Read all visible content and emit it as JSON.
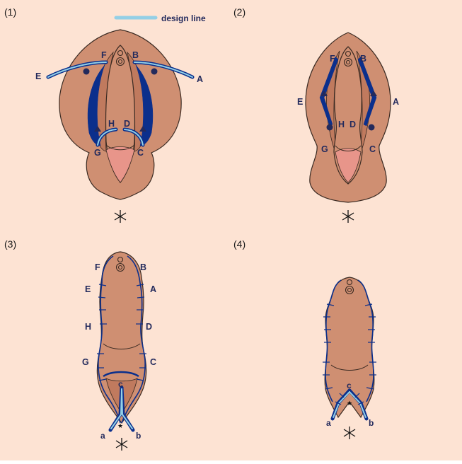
{
  "colors": {
    "background": "#fde3d3",
    "skin": "#cf8f72",
    "skin_inner": "#c07a5e",
    "skin_stroke": "#3a2a22",
    "pink": "#e8958a",
    "navy": "#0b2f8c",
    "light_blue": "#93cfe6",
    "label": "#232a5c"
  },
  "legend": {
    "label": "design line"
  },
  "panels": [
    {
      "number": "(1)",
      "labels": {
        "A": "A",
        "B": "B",
        "C": "C",
        "D": "D",
        "E": "E",
        "F": "F",
        "G": "G",
        "H": "H"
      }
    },
    {
      "number": "(2)",
      "labels": {
        "A": "A",
        "B": "B",
        "C": "C",
        "D": "D",
        "E": "E",
        "F": "F",
        "G": "G",
        "H": "H"
      }
    },
    {
      "number": "(3)",
      "labels": {
        "A": "A",
        "B": "B",
        "C": "C",
        "D": "D",
        "E": "E",
        "F": "F",
        "G": "G",
        "H": "H",
        "a": "a",
        "b": "b",
        "c": "c"
      }
    },
    {
      "number": "(4)",
      "labels": {
        "a": "a",
        "b": "b",
        "c": "c"
      }
    }
  ],
  "icons": [
    "asterisk-icon",
    "star-icon",
    "triangle-marker-icon",
    "dot-marker-icon",
    "urethra-ring-icon"
  ]
}
